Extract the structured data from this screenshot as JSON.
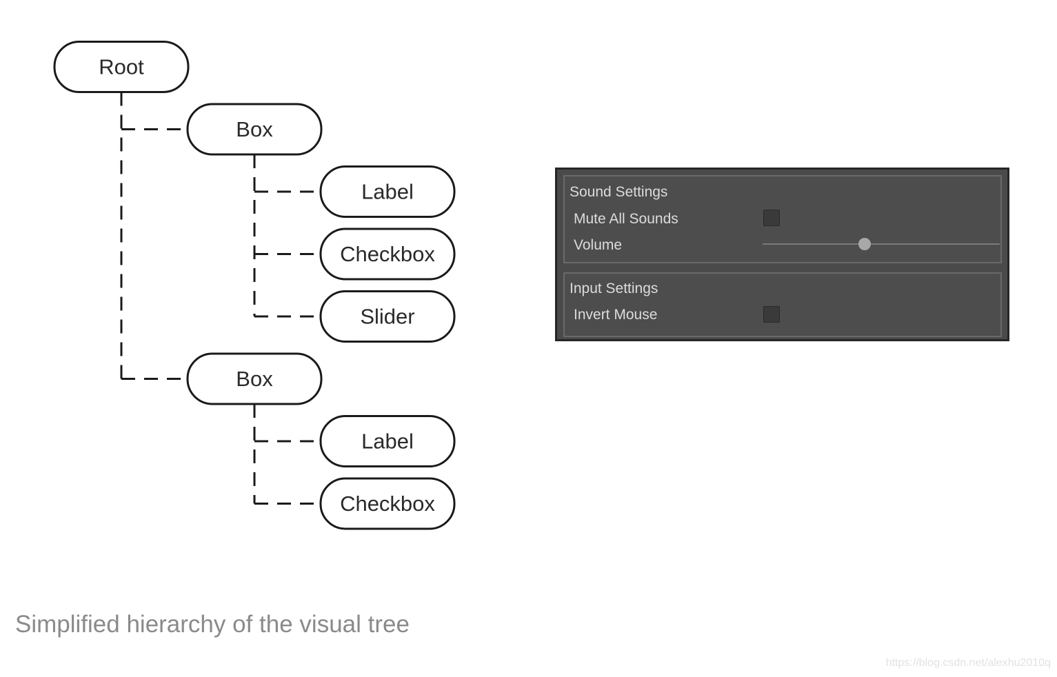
{
  "tree": {
    "nodes": [
      {
        "id": "root",
        "label": "Root",
        "depth": 0,
        "parent": null
      },
      {
        "id": "box-1",
        "label": "Box",
        "depth": 1,
        "parent": "root"
      },
      {
        "id": "box-1-label",
        "label": "Label",
        "depth": 2,
        "parent": "box-1"
      },
      {
        "id": "box-1-checkbox",
        "label": "Checkbox",
        "depth": 2,
        "parent": "box-1"
      },
      {
        "id": "box-1-slider",
        "label": "Slider",
        "depth": 2,
        "parent": "box-1"
      },
      {
        "id": "box-2",
        "label": "Box",
        "depth": 1,
        "parent": "root"
      },
      {
        "id": "box-2-label",
        "label": "Label",
        "depth": 2,
        "parent": "box-2"
      },
      {
        "id": "box-2-checkbox",
        "label": "Checkbox",
        "depth": 2,
        "parent": "box-2"
      }
    ]
  },
  "settings_panel": {
    "sound_group": {
      "title": "Sound Settings",
      "mute_label": "Mute All Sounds",
      "mute_checked": false,
      "volume_label": "Volume",
      "volume_fraction": 0.43
    },
    "input_group": {
      "title": "Input Settings",
      "invert_label": "Invert Mouse",
      "invert_checked": false
    },
    "colors": {
      "panel_bg": "#4a4a4a",
      "panel_border": "#262626",
      "text": "#dcdcdc"
    }
  },
  "caption": "Simplified hierarchy of the visual tree",
  "watermark": "https://blog.csdn.net/alexhu2010q"
}
